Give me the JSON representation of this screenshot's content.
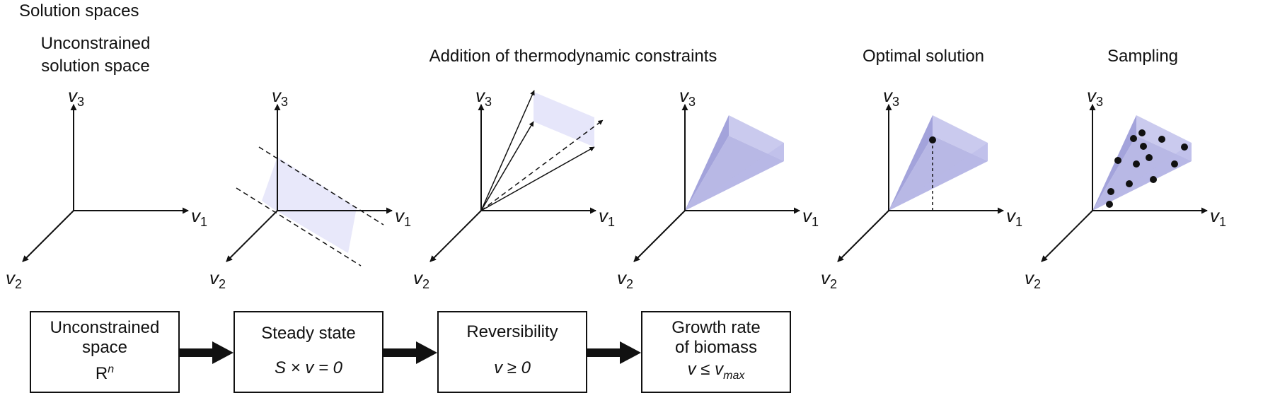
{
  "page_title": "Solution spaces",
  "panel_titles": {
    "unconstrained": [
      "Unconstrained",
      "solution space"
    ],
    "thermodynamic": "Addition of thermodynamic constraints",
    "optimal": "Optimal solution",
    "sampling": "Sampling"
  },
  "axis_labels": {
    "x": "v",
    "x_sub": "1",
    "y": "v",
    "y_sub": "3",
    "z": "v",
    "z_sub": "2"
  },
  "boxes": [
    {
      "line1": "Unconstrained",
      "line2": "space",
      "formula": "R",
      "formula_sup": "n"
    },
    {
      "line1": "Steady state",
      "formula": "S × v = 0"
    },
    {
      "line1": "Reversibility",
      "formula": "v ≥ 0"
    },
    {
      "line1": "Growth rate",
      "line2": "of biomass",
      "formula": "v ≤ v",
      "formula_sub": "max"
    }
  ],
  "colors": {
    "text": "#111111",
    "plane_fill": "#e6e6fa",
    "cone_light": "#b8b8e8",
    "cone_mid": "#a0a0dc",
    "cone_dark": "#8c8cd2",
    "dot": "#111111"
  }
}
